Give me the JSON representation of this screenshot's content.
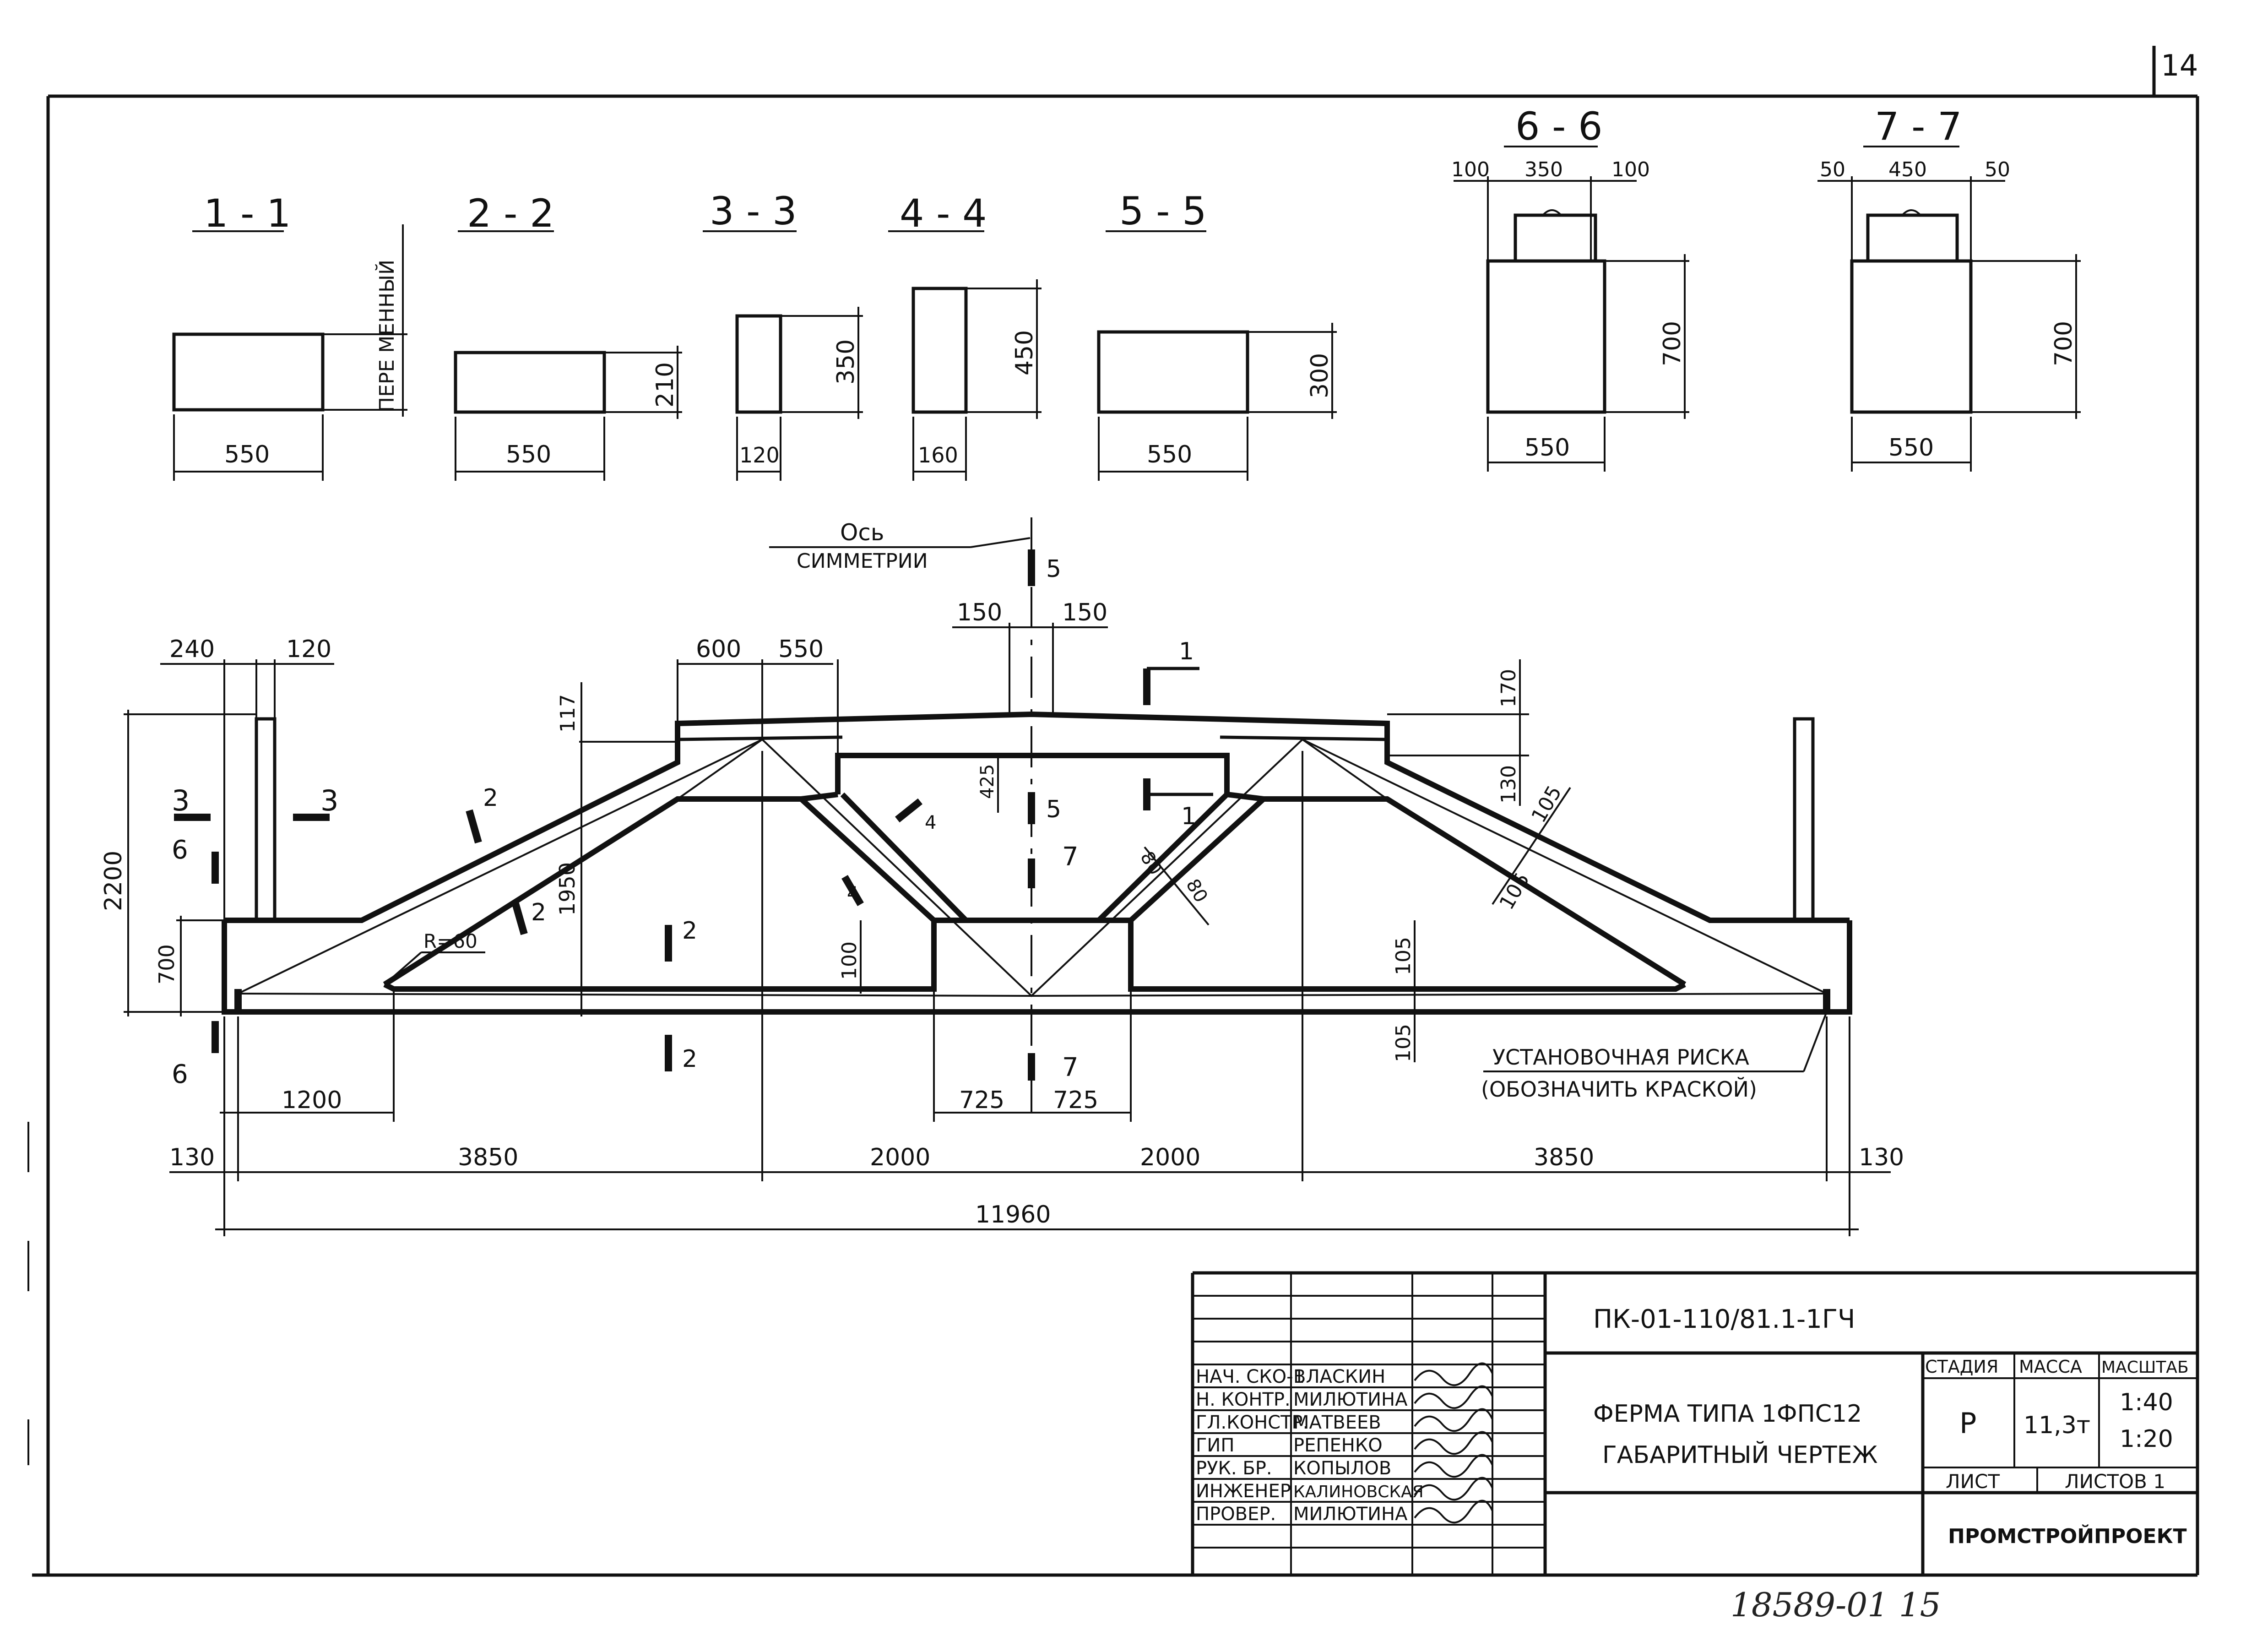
{
  "sheet": {
    "number": "14",
    "archive_number": "18589-01 15"
  },
  "sections": [
    {
      "label": "1 - 1",
      "width": "550",
      "height": "ПЕРЕ МЕННЫЙ"
    },
    {
      "label": "2 - 2",
      "width": "550",
      "height": "210"
    },
    {
      "label": "3 - 3",
      "width": "120",
      "height": "350"
    },
    {
      "label": "4 - 4",
      "width": "160",
      "height": "450"
    },
    {
      "label": "5 - 5",
      "width": "550",
      "height": "300"
    },
    {
      "label": "6 - 6",
      "width": "550",
      "height": "700",
      "top": [
        "100",
        "350",
        "100"
      ]
    },
    {
      "label": "7 - 7",
      "width": "550",
      "height": "700",
      "top": [
        "50",
        "450",
        "50"
      ]
    }
  ],
  "truss": {
    "axis_label_1": "Ось",
    "axis_label_2": "СИММЕТРИИ",
    "cuts": [
      "1",
      "1",
      "2",
      "2",
      "2",
      "2",
      "3",
      "3",
      "4",
      "4",
      "5",
      "5",
      "6",
      "6",
      "7",
      "7"
    ],
    "dims_top": [
      "240",
      "120",
      "600",
      "550",
      "150",
      "150"
    ],
    "dims_left": [
      "2200",
      "700"
    ],
    "dims_inner": [
      "117",
      "1950",
      "425",
      "100",
      "130",
      "170",
      "105",
      "105",
      "105",
      "105",
      "80",
      "80"
    ],
    "radius": "R=60",
    "dims_bottom_1": [
      "1200",
      "725",
      "725"
    ],
    "dims_bottom_2": [
      "130",
      "3850",
      "2000",
      "2000",
      "3850",
      "130"
    ],
    "total": "11960",
    "note_1": "УСТАНОВОЧНАЯ РИСКА",
    "note_2": "(ОБОЗНАЧИТЬ КРАСКОЙ)"
  },
  "title_block": {
    "doc_code": "ПК-01-110/81.1-1ГЧ",
    "title_1": "ФЕРМА ТИПА 1ФПС12",
    "title_2": "ГАБАРИТНЫЙ ЧЕРТЕЖ",
    "headers": [
      "СТАДИЯ",
      "МАССА",
      "МАСШТАБ"
    ],
    "stage": "Р",
    "mass": "11,3т",
    "scale_1": "1:40",
    "scale_2": "1:20",
    "sheet_label": "ЛИСТ",
    "sheets_label": "ЛИСТОВ 1",
    "org": "ПРОМСТРОЙПРОЕКТ",
    "signatures": [
      {
        "role": "НАЧ. СКО-1",
        "name": "ВЛАСКИН"
      },
      {
        "role": "Н. КОНТР.",
        "name": "МИЛЮТИНА"
      },
      {
        "role": "ГЛ.КОНСТР.",
        "name": "МАТВЕЕВ"
      },
      {
        "role": "ГИП",
        "name": "РЕПЕНКО"
      },
      {
        "role": "РУК. БР.",
        "name": "КОПЫЛОВ"
      },
      {
        "role": "ИНЖЕНЕР",
        "name": "КАЛИНОВСКАЯ"
      },
      {
        "role": "ПРОВЕР.",
        "name": "МИЛЮТИНА"
      }
    ]
  }
}
